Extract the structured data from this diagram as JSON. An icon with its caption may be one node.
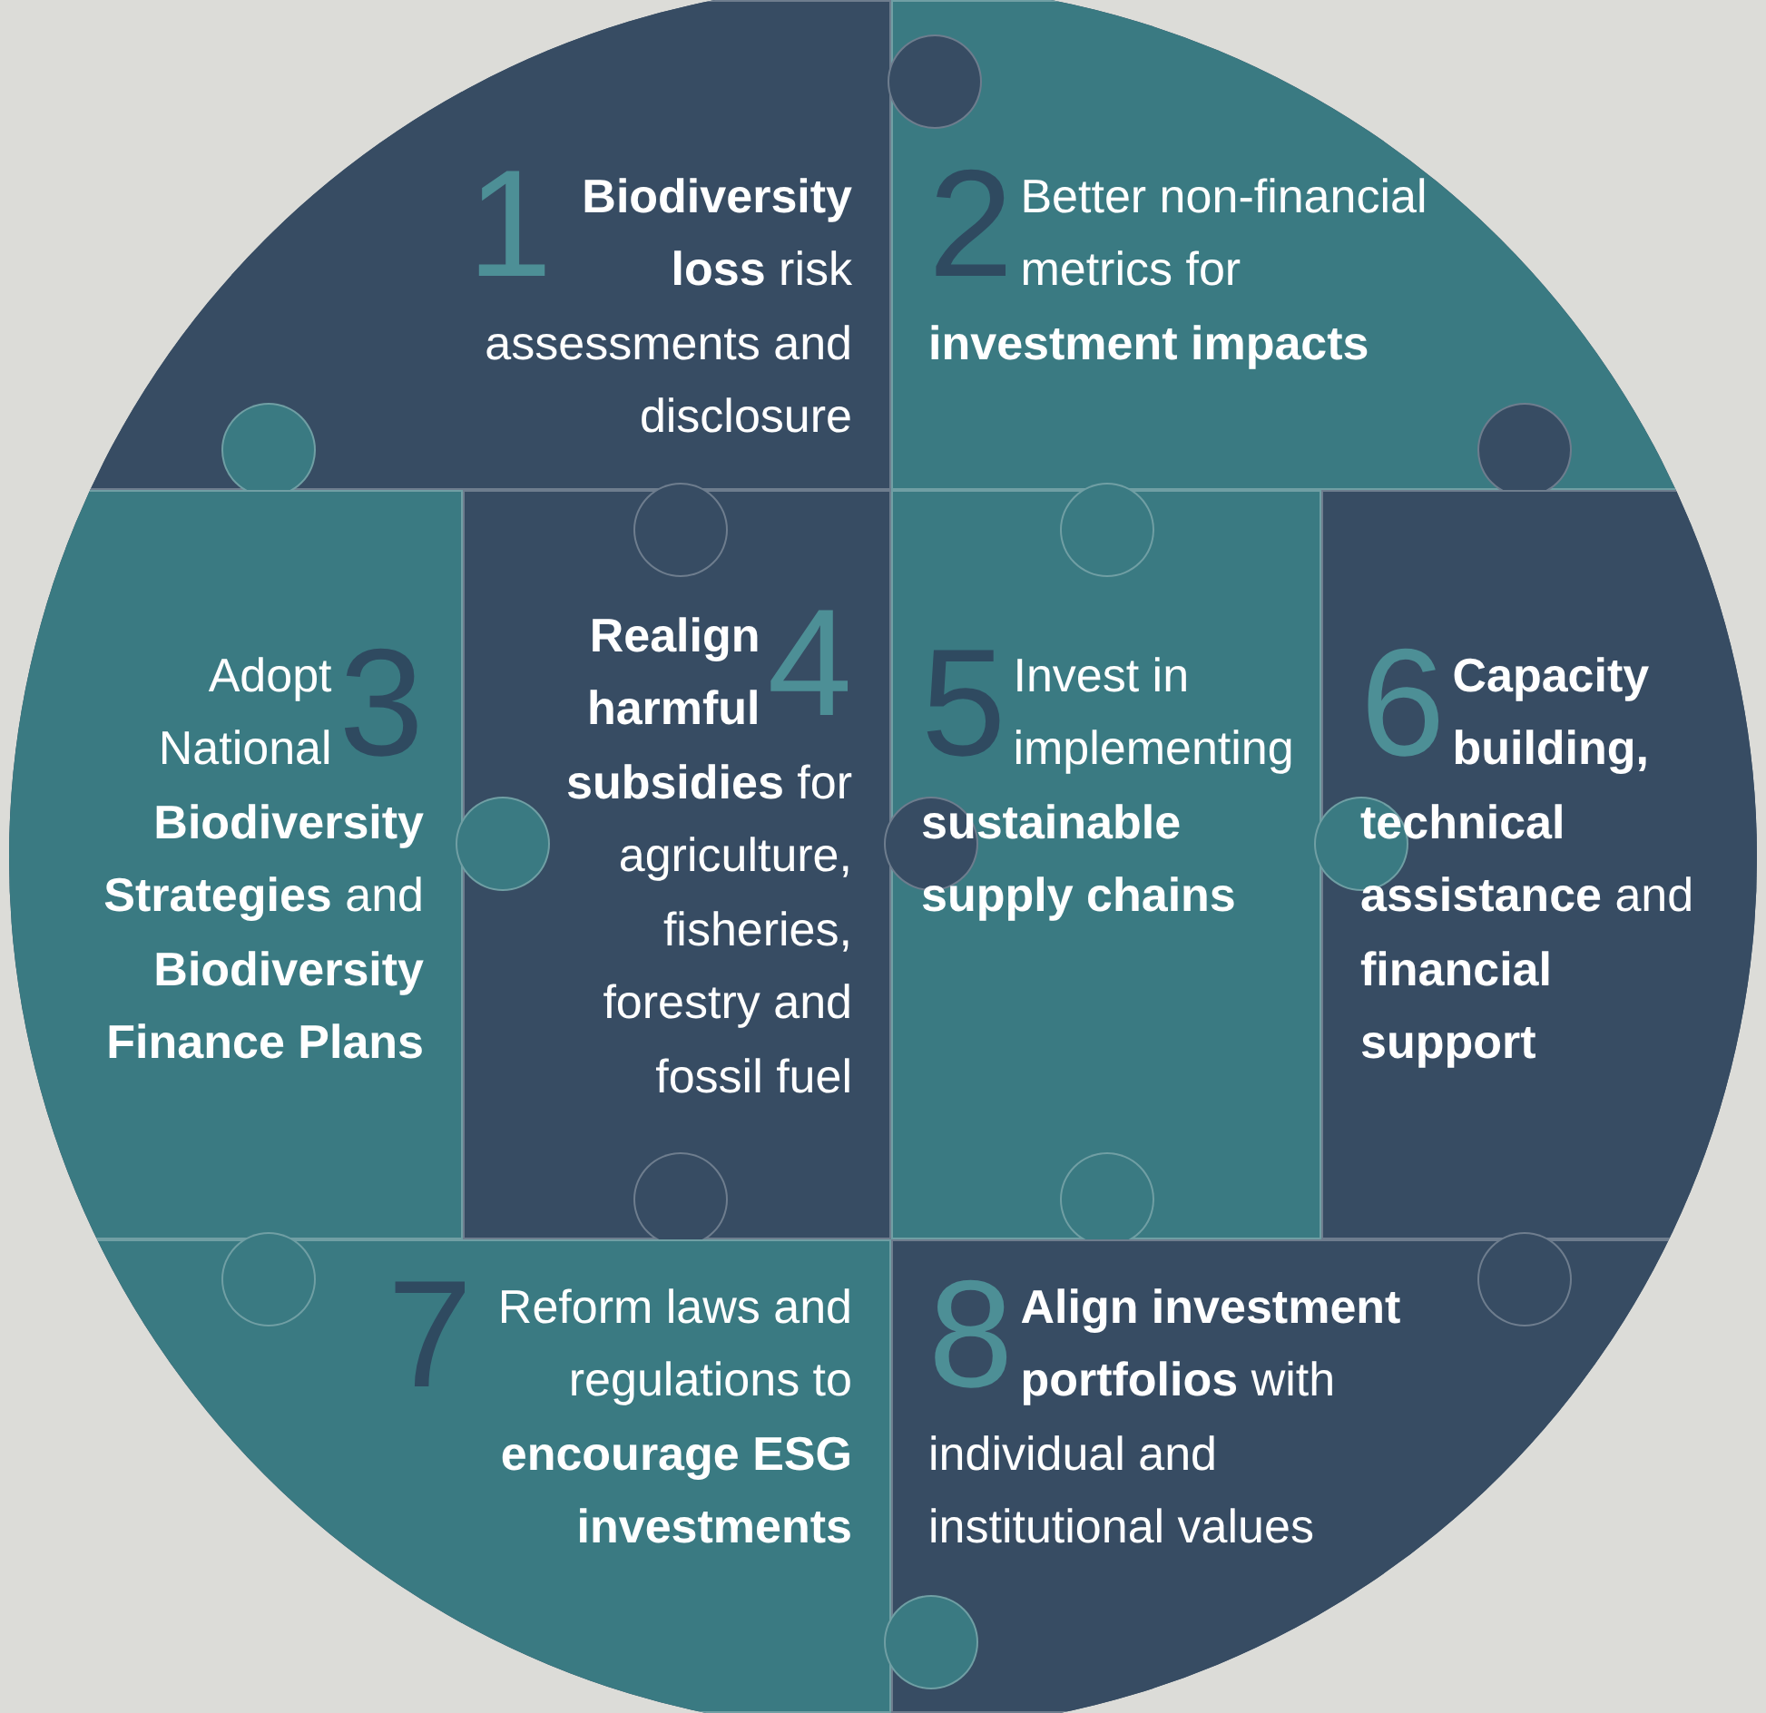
{
  "diagram": {
    "nodes": [
      {
        "text": [
          "1",
          "**Biodiversity loss** risk assessments and disclosure"
        ]
      },
      {
        "text": [
          "2",
          "Better non-financial metrics for **investment impacts**"
        ]
      },
      {
        "text": [
          "3",
          "Adopt National **Biodiversity Strategies** and **Biodiversity Finance Plans**"
        ]
      },
      {
        "text": [
          "4",
          "**Realign harmful subsidies** for agriculture, fisheries, forestry and fossil fuel"
        ]
      },
      {
        "text": [
          "5",
          "Invest in implementing **sustainable supply chains**"
        ]
      },
      {
        "text": [
          "6",
          "**Capacity building, technical assistance** and **financial support**"
        ]
      },
      {
        "text": [
          "7",
          "Reform laws and regulations to **encourage ESG investments**"
        ]
      },
      {
        "text": [
          "8",
          "**Align investment portfolios** with individual and institutional values"
        ]
      }
    ]
  }
}
